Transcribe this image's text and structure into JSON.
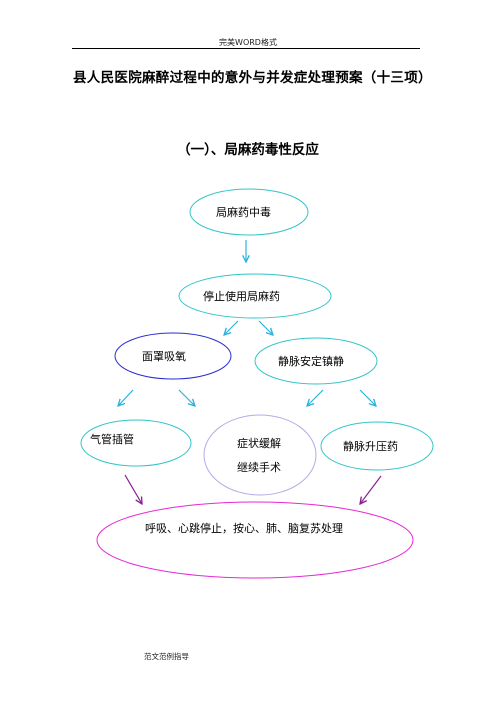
{
  "header": {
    "text": "完美WORD格式"
  },
  "document": {
    "title": "县人民医院麻醉过程中的意外与并发症处理预案（十三项）",
    "section_title": "（一）、局麻药毒性反应"
  },
  "flowchart": {
    "nodes": {
      "n1": "局麻药中毒",
      "n2": "停止使用局麻药",
      "n3": "面罩吸氧",
      "n4": "静脉安定镇静",
      "n5": "气管插管",
      "n6a": "症状缓解",
      "n6b": "继续手术",
      "n7": "静脉升压药",
      "n8": "呼吸、心跳停止，按心、肺、脑复苏处理"
    },
    "colors": {
      "teal_node": "#33c5c8",
      "blue_node": "#2b2fd0",
      "lavender_node": "#b9a8e6",
      "magenta_node": "#e62ad6",
      "arrow_cyan": "#2ab3dc",
      "arrow_purple": "#8a1f8f"
    }
  },
  "footer": {
    "text": "范文范例指导"
  }
}
